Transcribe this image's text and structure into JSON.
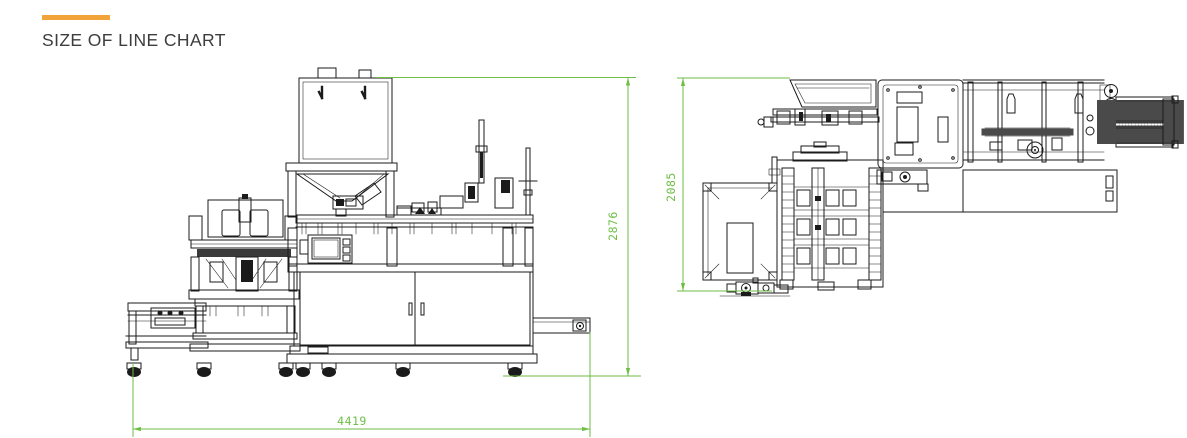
{
  "title": {
    "text": "SIZE OF LINE CHART"
  },
  "colors": {
    "accent": "#F2A33A",
    "dim": "#6FBE45",
    "line": "#1B1B1B",
    "background": "#FFFFFF"
  },
  "drawings": {
    "front_view": {
      "label": "front-elevation",
      "dimensions": {
        "overall_width": "4419",
        "overall_height": "2876"
      }
    },
    "top_view": {
      "label": "plan-view",
      "dimensions": {
        "overall_depth": "2085"
      }
    }
  }
}
